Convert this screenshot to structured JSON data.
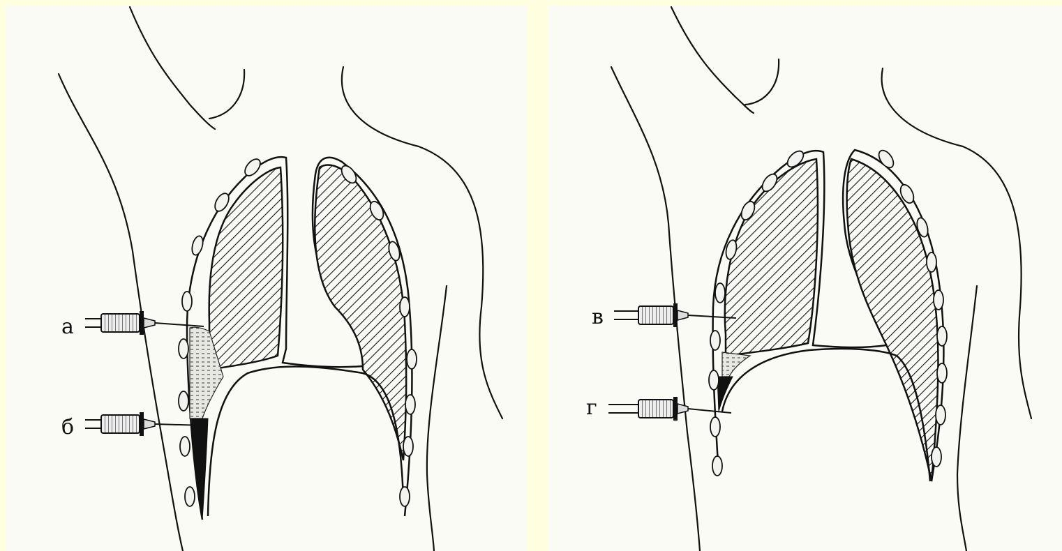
{
  "colors": {
    "background": "#ffffe0",
    "panel": "#fbfbf6",
    "ink": "#111111"
  },
  "figure": {
    "left_panel": {
      "syringes": [
        {
          "label": "а"
        },
        {
          "label": "б"
        }
      ]
    },
    "right_panel": {
      "syringes": [
        {
          "label": "в"
        },
        {
          "label": "г"
        }
      ]
    }
  }
}
